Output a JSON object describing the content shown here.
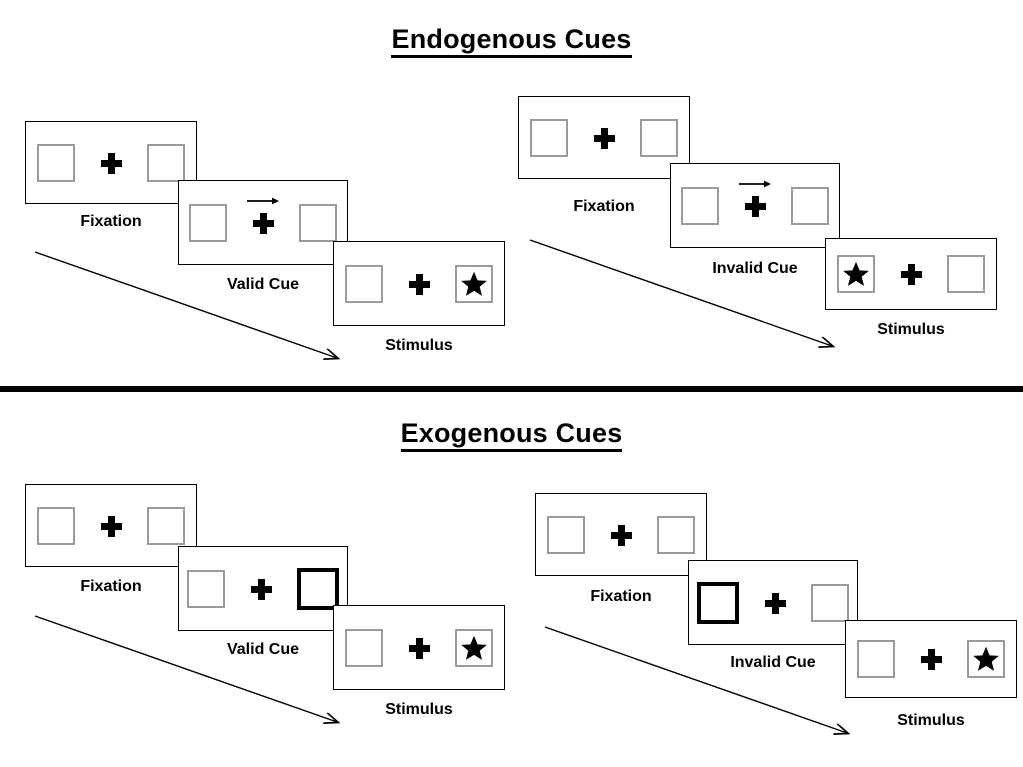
{
  "figure": {
    "title_endogenous": "Endogenous Cues",
    "title_exogenous": "Exogenous Cues"
  },
  "labels": {
    "fixation": "Fixation",
    "valid_cue": "Valid Cue",
    "invalid_cue": "Invalid Cue",
    "stimulus": "Stimulus"
  },
  "colors": {
    "stroke": "#000000",
    "box_border": "#9a9a9a",
    "cued_box_border": "#000000",
    "background": "#ffffff"
  },
  "sections": [
    {
      "name": "endogenous",
      "title": "Endogenous Cues",
      "cue_type": "arrow",
      "sequences": [
        {
          "name": "valid",
          "cue_label": "Valid Cue",
          "fixation_label": "Fixation",
          "stimulus_label": "Stimulus",
          "cue_direction": "right",
          "cue_side": "right",
          "target_side": "right"
        },
        {
          "name": "invalid",
          "cue_label": "Invalid Cue",
          "fixation_label": "Fixation",
          "stimulus_label": "Stimulus",
          "cue_direction": "right",
          "cue_side": "right",
          "target_side": "left"
        }
      ]
    },
    {
      "name": "exogenous",
      "title": "Exogenous Cues",
      "cue_type": "box-highlight",
      "sequences": [
        {
          "name": "valid",
          "cue_label": "Valid Cue",
          "fixation_label": "Fixation",
          "stimulus_label": "Stimulus",
          "cue_direction": "none",
          "cue_side": "right",
          "target_side": "right"
        },
        {
          "name": "invalid",
          "cue_label": "Invalid Cue",
          "fixation_label": "Fixation",
          "stimulus_label": "Stimulus",
          "cue_direction": "none",
          "cue_side": "left",
          "target_side": "right"
        }
      ]
    }
  ],
  "icons": {
    "fixation_cross": "plus-icon",
    "target": "star-icon",
    "cue": "arrow-right-icon",
    "time_flow": "time-flow-arrow-icon"
  }
}
